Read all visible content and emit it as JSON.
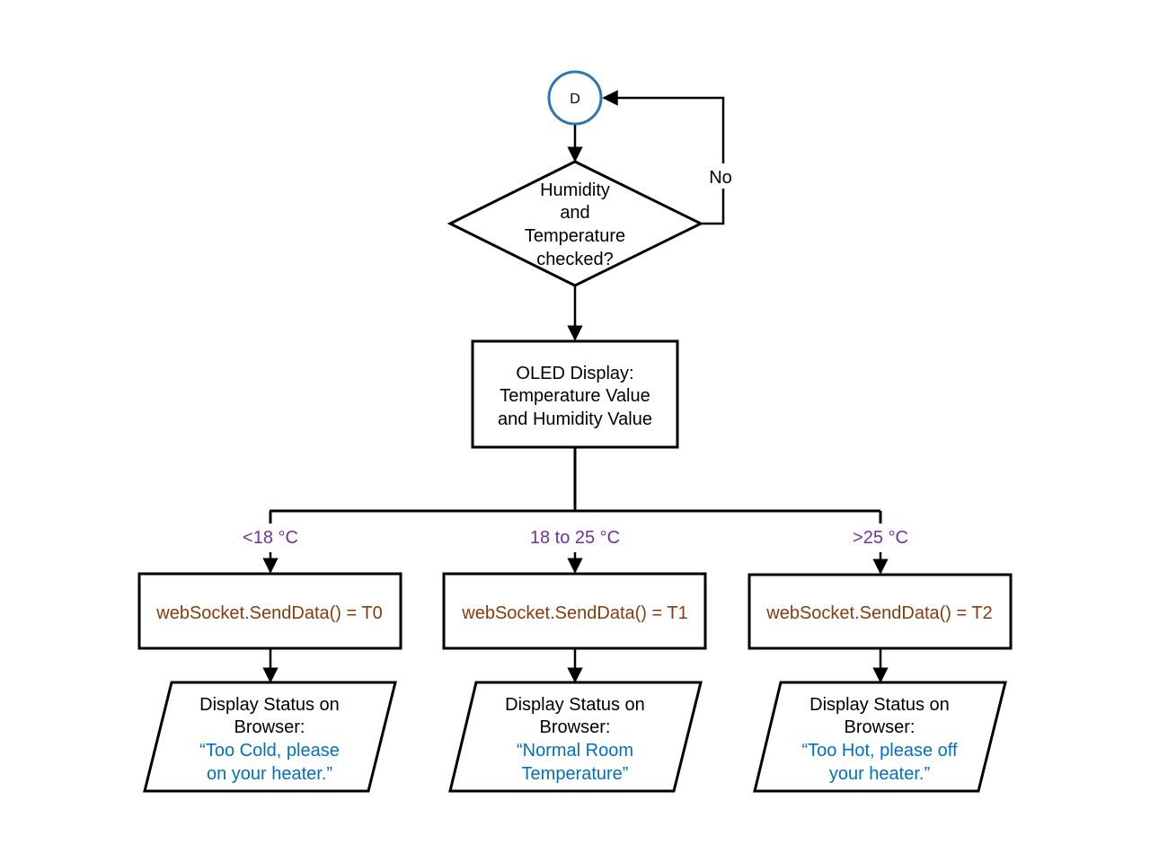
{
  "connector": {
    "label": "D"
  },
  "decision": {
    "lines": [
      "Humidity",
      "and",
      "Temperature",
      "checked?"
    ],
    "no_label": "No"
  },
  "oled": {
    "lines": [
      "OLED Display:",
      "Temperature  Value",
      "and Humidity  Value"
    ]
  },
  "branches": [
    {
      "condition": "<18 °C",
      "send": "webSocket.SendData()  = T0",
      "status_lines": [
        "Display Status on",
        "Browser:"
      ],
      "message_lines": [
        "“Too Cold, please",
        "on your heater.”"
      ]
    },
    {
      "condition": "18 to 25 °C",
      "send": "webSocket.SendData()  = T1",
      "status_lines": [
        "Display Status on",
        "Browser:"
      ],
      "message_lines": [
        "“Normal  Room",
        "Temperature”"
      ]
    },
    {
      "condition": ">25 °C",
      "send": "webSocket.SendData()  = T2",
      "status_lines": [
        "Display Status on",
        "Browser:"
      ],
      "message_lines": [
        "“Too Hot, please off",
        "your heater.”"
      ]
    }
  ],
  "colors": {
    "stroke": "#000000",
    "connector": "#2e75b6",
    "condition": "#7030a0",
    "send": "#843c0c",
    "message": "#0070c0"
  }
}
